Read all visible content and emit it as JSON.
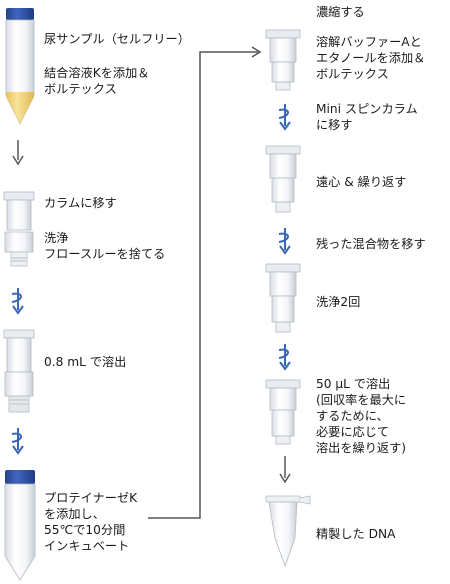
{
  "left_steps": {
    "s1_line1": "尿サンプル（セルフリー）",
    "s1_line2": "結合溶液Kを添加＆\nボルテックス",
    "s2_line1": "カラムに移す",
    "s2_line2": "洗浄\nフロースルーを捨てる",
    "s3": "0.8 mL で溶出",
    "s4": "プロテイナーゼK\nを添加し、\n55℃で10分間\nインキュベート"
  },
  "right_steps": {
    "r1_title": "濃縮する",
    "r1_body": "溶解バッファーAと\nエタノールを添加＆\nボルテックス",
    "r2": "Mini スピンカラム\nに移す",
    "r3": "遠心 & 繰り返す",
    "r4": "残った混合物を移す",
    "r5": "洗浄2回",
    "r6": "50 μL で溶出\n(回収率を最大に\nするために、\n必要に応じて\n溶出を繰り返す)",
    "r7": "精製した DNA"
  },
  "colors": {
    "cap_blue": "#2d52a6",
    "urine_yellow": "#f3d67a",
    "spin_arrow": "#3a66b8",
    "line_gray": "#555555"
  }
}
